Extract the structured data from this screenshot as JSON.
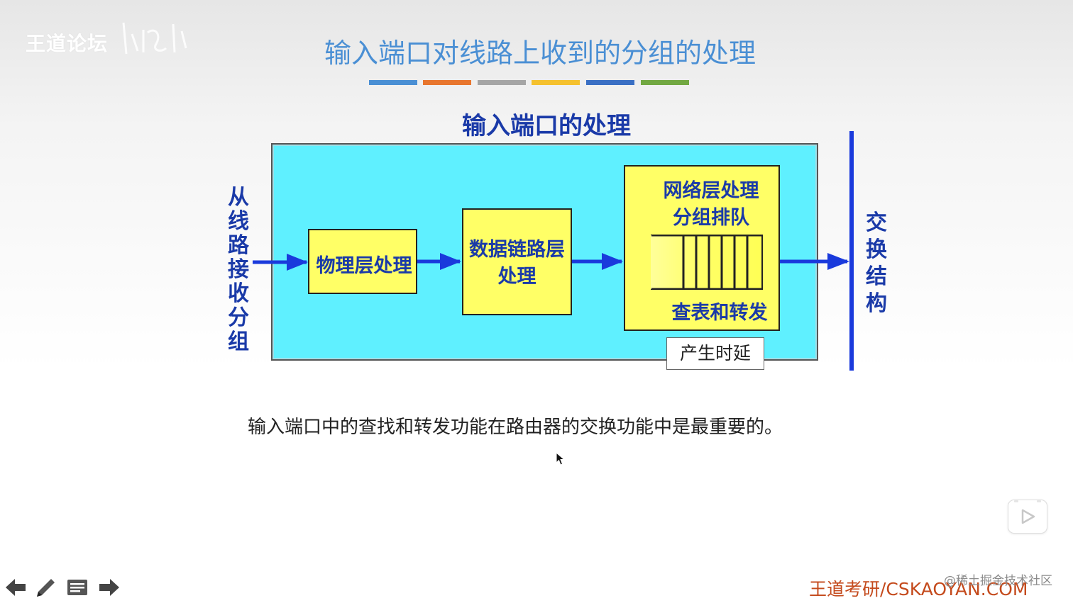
{
  "watermark": {
    "text": "王道论坛"
  },
  "slide": {
    "title": "输入端口对线路上收到的分组的处理"
  },
  "accent_colors": [
    "#4a8fd4",
    "#e8762e",
    "#a5a5a5",
    "#f5c12e",
    "#3a6fc4",
    "#72a842"
  ],
  "diagram": {
    "title": "输入端口的处理",
    "left_label": [
      "从",
      "线",
      "路",
      "接",
      "收",
      "分",
      "组"
    ],
    "right_label": [
      "交",
      "换",
      "结",
      "构"
    ],
    "physical_layer": "物理层处理",
    "data_link_layer": [
      "数据链路层",
      "处理"
    ],
    "network_layer": [
      "网络层处理",
      "分组排队"
    ],
    "lookup_forward": "查表和转发",
    "delay": "产生时延"
  },
  "caption": "输入端口中的查找和转发功能在路由器的交换功能中是最重要的。",
  "footer": {
    "brand": "王道考研/CSKAOYAN.COM",
    "community": "@稀土掘金技术社区"
  },
  "icons": {
    "prev": "arrow-left-icon",
    "pen": "pen-icon",
    "menu": "menu-icon",
    "next": "arrow-right-icon",
    "play": "play-icon"
  }
}
